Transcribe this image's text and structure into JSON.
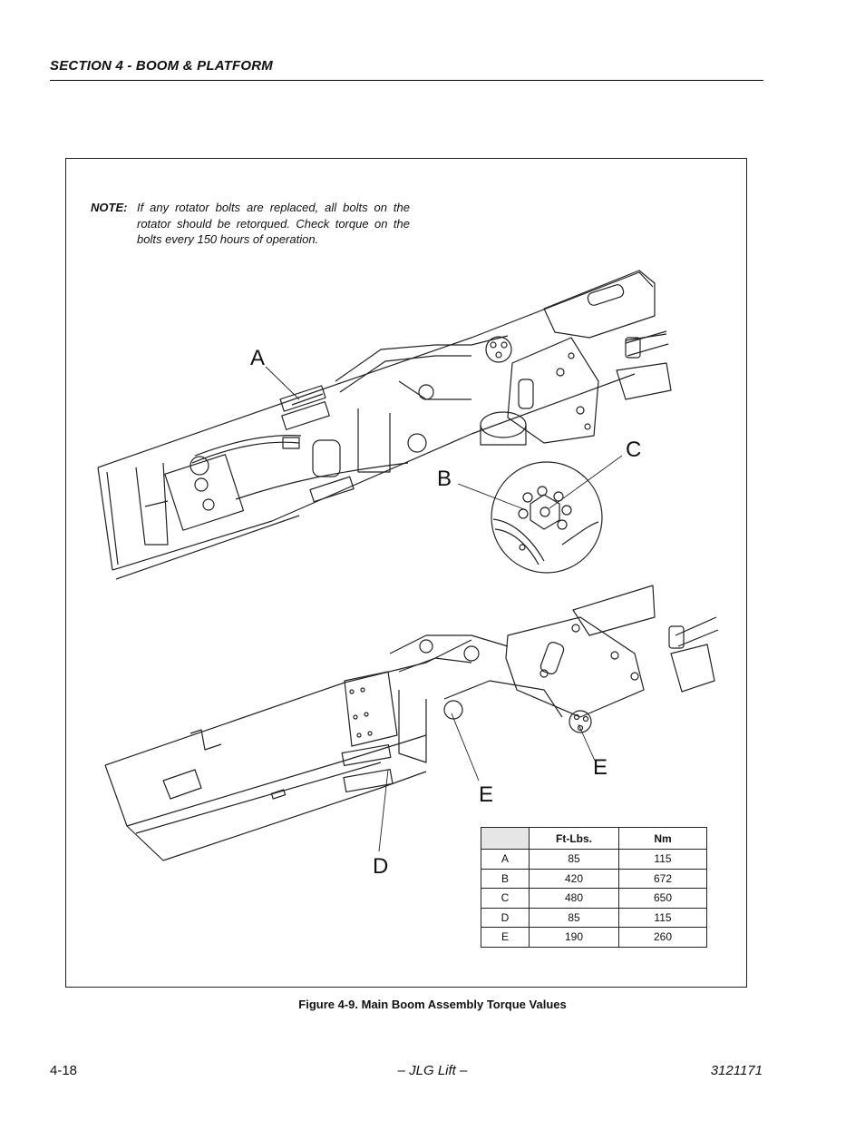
{
  "header": {
    "section_title": "SECTION 4 - BOOM & PLATFORM"
  },
  "note": {
    "label": "NOTE:",
    "text": "If any rotator bolts are replaced, all bolts on the rotator should be retorqued. Check torque on the bolts every 150 hours of operation."
  },
  "callouts": {
    "a": "A",
    "b": "B",
    "c": "C",
    "d": "D",
    "e1": "E",
    "e2": "E"
  },
  "torque_table": {
    "headers": [
      "",
      "Ft-Lbs.",
      "Nm"
    ],
    "rows": [
      [
        "A",
        "85",
        "115"
      ],
      [
        "B",
        "420",
        "672"
      ],
      [
        "C",
        "480",
        "650"
      ],
      [
        "D",
        "85",
        "115"
      ],
      [
        "E",
        "190",
        "260"
      ]
    ]
  },
  "caption": "Figure 4-9.  Main Boom Assembly Torque Values",
  "footer": {
    "page": "4-18",
    "center": "– JLG Lift –",
    "doc_number": "3121171"
  },
  "colors": {
    "line": "#222222",
    "background": "#ffffff"
  }
}
